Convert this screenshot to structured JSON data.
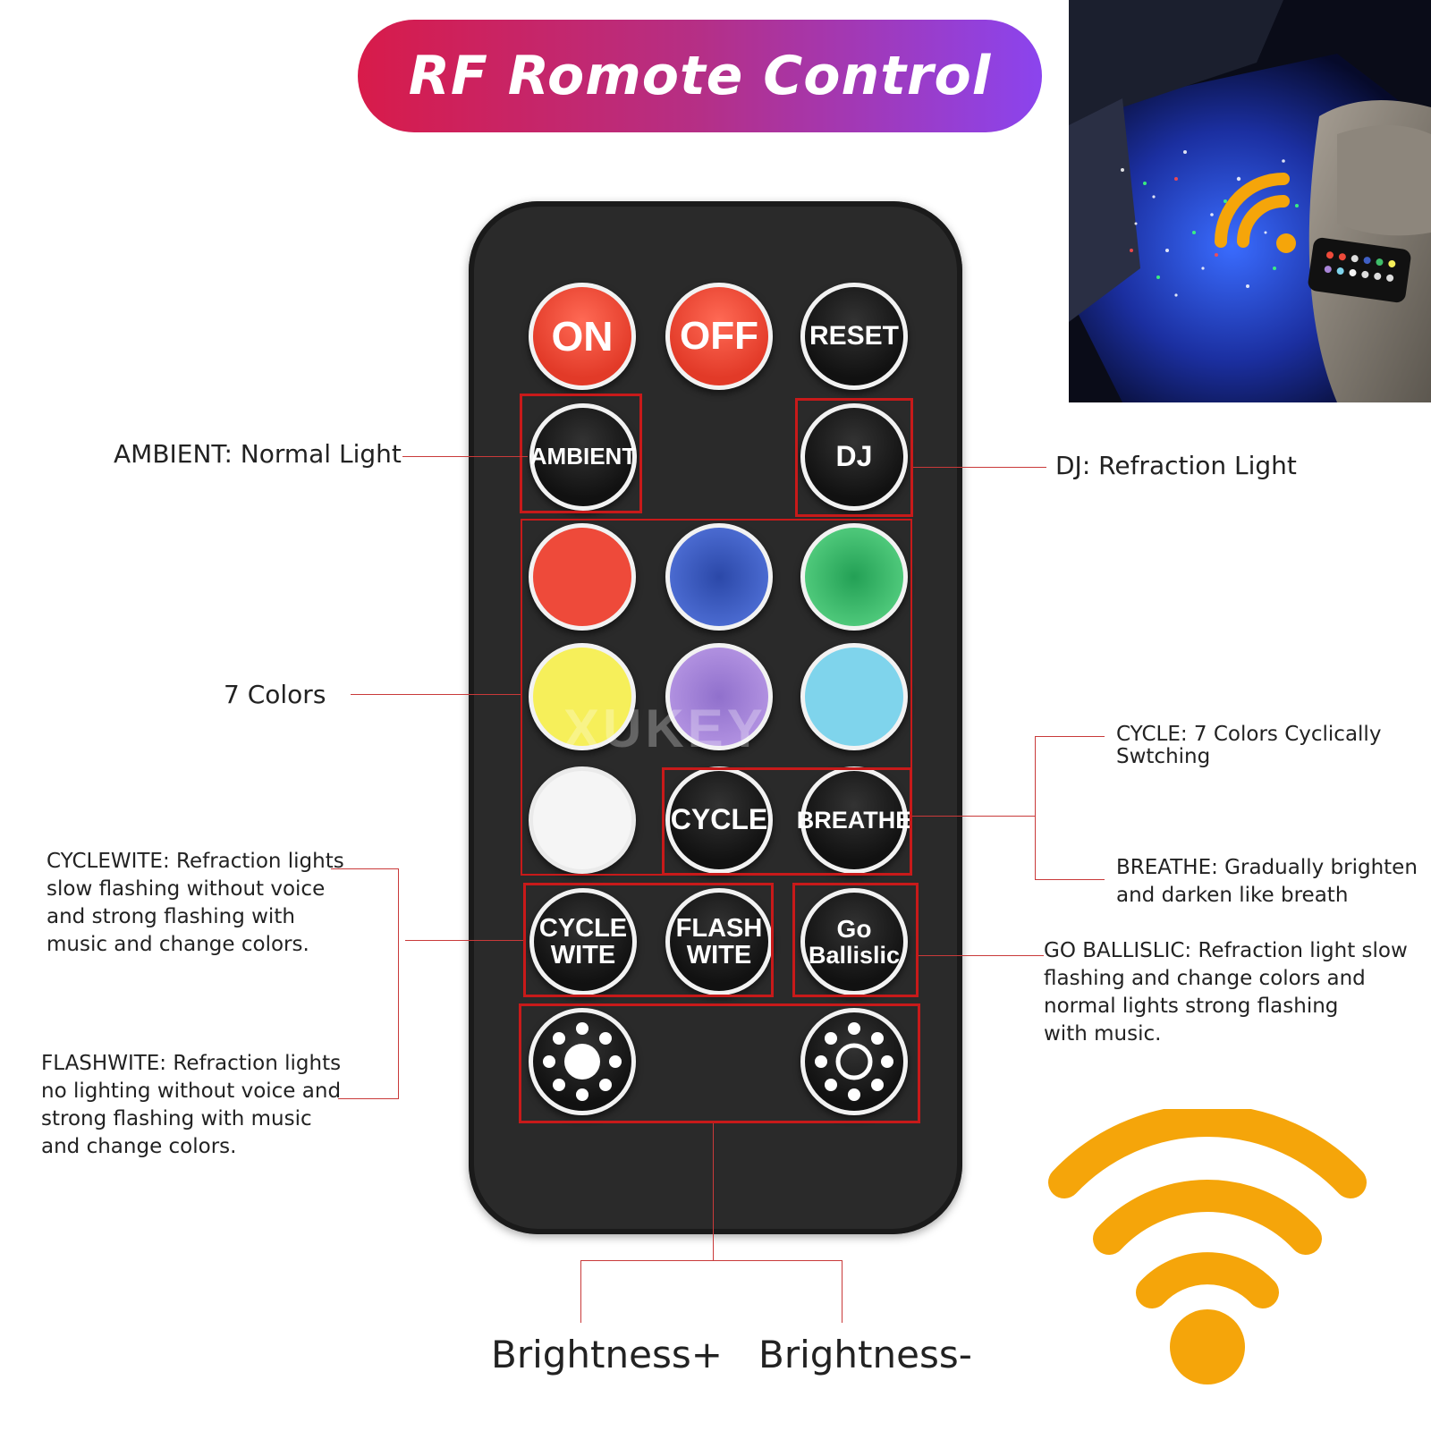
{
  "title": "RF Romote Control",
  "watermark": "XUKEY",
  "colors": {
    "banner_start": "#d81b4a",
    "banner_end": "#8b44ee",
    "highlight": "#c81a1a",
    "wifi": "#f5a50a"
  },
  "buttons": {
    "on": "ON",
    "off": "OFF",
    "reset": "RESET",
    "ambient": "AMBIENT",
    "dj": "DJ",
    "cycle": "CYCLE",
    "breathe": "BREATHE",
    "cycle_wite": [
      "CYCLE",
      "WITE"
    ],
    "flash_wite": [
      "FLASH",
      "WITE"
    ],
    "go_ballislic": [
      "Go",
      "Ballislic"
    ],
    "color_swatches": [
      "#ee4a3a",
      "#3f5fc4",
      "#3fbd6a",
      "#f6ef5a",
      "#a985d8",
      "#7fd4ec",
      "#f5f5f5"
    ]
  },
  "annotations": {
    "ambient": "AMBIENT: Normal Light",
    "dj": "DJ: Refraction Light",
    "colors": "7 Colors",
    "cycle": [
      "CYCLE: 7 Colors Cyclically",
      "Swtching"
    ],
    "breathe": [
      "BREATHE: Gradually brighten",
      "and darken like breath"
    ],
    "cyclewite": [
      "CYCLEWITE: Refraction lights",
      "slow flashing without voice",
      "and strong flashing with",
      "music and change colors."
    ],
    "flashwite": [
      "FLASHWITE: Refraction lights",
      "no lighting without voice and",
      "strong flashing with music",
      "and change colors."
    ],
    "go_ballislic": [
      "GO BALLISLIC: Refraction light slow",
      "flashing and change colors and",
      "normal lights strong flashing",
      "with music."
    ],
    "brightness_plus": "Brightness+",
    "brightness_minus": "Brightness-"
  }
}
